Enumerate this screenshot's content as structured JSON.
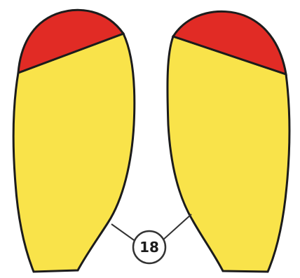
{
  "diagram": {
    "callout_label": "18",
    "parts": [
      {
        "name": "left-piece"
      },
      {
        "name": "right-piece"
      }
    ]
  },
  "colors": {
    "body": "#f9e34a",
    "tip": "#e12b25",
    "outline": "#1c1c1c",
    "callout_line": "#333333",
    "callout_circle_fill": "#ffffff"
  }
}
